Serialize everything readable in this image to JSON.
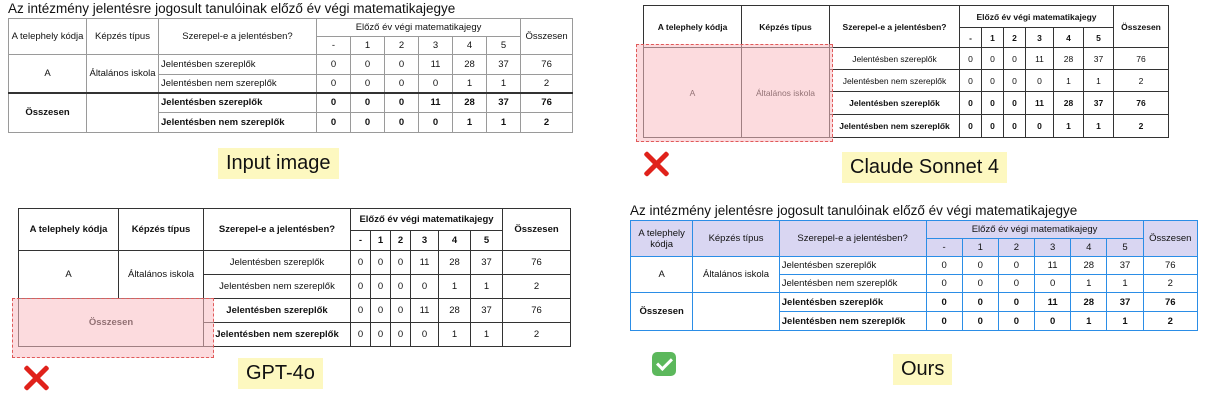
{
  "title": "Az intézmény jelentésre jogosult tanulóinak előző év végi matematikajegye",
  "headers": {
    "site_code": "A telephely kódja",
    "training_type": "Képzés típus",
    "in_report": "Szerepel-e a jelentésben?",
    "prev_grade": "Előző év végi matematikajegy",
    "total": "Összesen",
    "grades": [
      "-",
      "1",
      "2",
      "3",
      "4",
      "5"
    ]
  },
  "rows": {
    "site_a": "A",
    "school_type": "Általános iskola",
    "in_report_label": "Jelentésben szereplők",
    "not_in_report_label": "Jelentésben nem szereplők",
    "sum_label": "Összesen",
    "in_report_values": [
      "0",
      "0",
      "0",
      "11",
      "28",
      "37",
      "76"
    ],
    "not_in_report_values": [
      "0",
      "0",
      "0",
      "0",
      "1",
      "1",
      "2"
    ]
  },
  "captions": {
    "input": "Input image",
    "claude": "Claude Sonnet 4",
    "gpt": "GPT-4o",
    "ours": "Ours"
  },
  "colors": {
    "error": "#e0221b",
    "ours_border": "#2b8de6",
    "ours_header": "#d9d6f2",
    "caption_bg": "#fdf8c0",
    "highlight": "#fabec3"
  }
}
